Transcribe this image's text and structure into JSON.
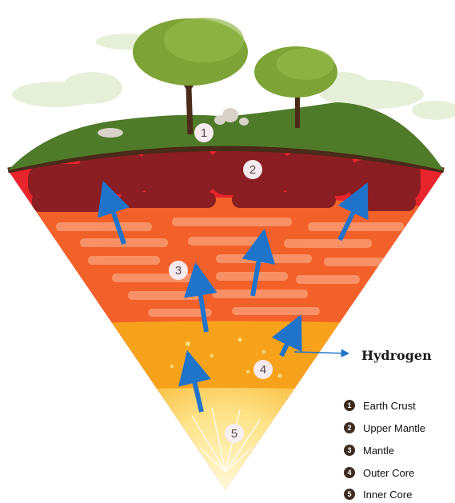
{
  "diagram": {
    "layer_markers": [
      "1",
      "2",
      "3",
      "4",
      "5"
    ],
    "callout": {
      "label": "Hydrogen"
    },
    "legend": [
      {
        "number": "1",
        "label": "Earth Crust"
      },
      {
        "number": "2",
        "label": "Upper Mantle"
      },
      {
        "number": "3",
        "label": "Mantle"
      },
      {
        "number": "4",
        "label": "Outer Core"
      },
      {
        "number": "5",
        "label": "Inner Core"
      }
    ],
    "colors": {
      "sky_cloud": "#e6f0d8",
      "grass": "#4f7a2a",
      "crust_edge": "#4a2a18",
      "upper_mantle": "#e8242c",
      "upper_mantle_cells": "#8a1e22",
      "mantle": "#f2612a",
      "mantle_stripes": "#f99a70",
      "outer_core": "#f7a21b",
      "inner_core": "#fde48a",
      "arrow": "#1f74c9",
      "tree_foliage": "#7ea336",
      "tree_trunk": "#4a2a18"
    }
  }
}
